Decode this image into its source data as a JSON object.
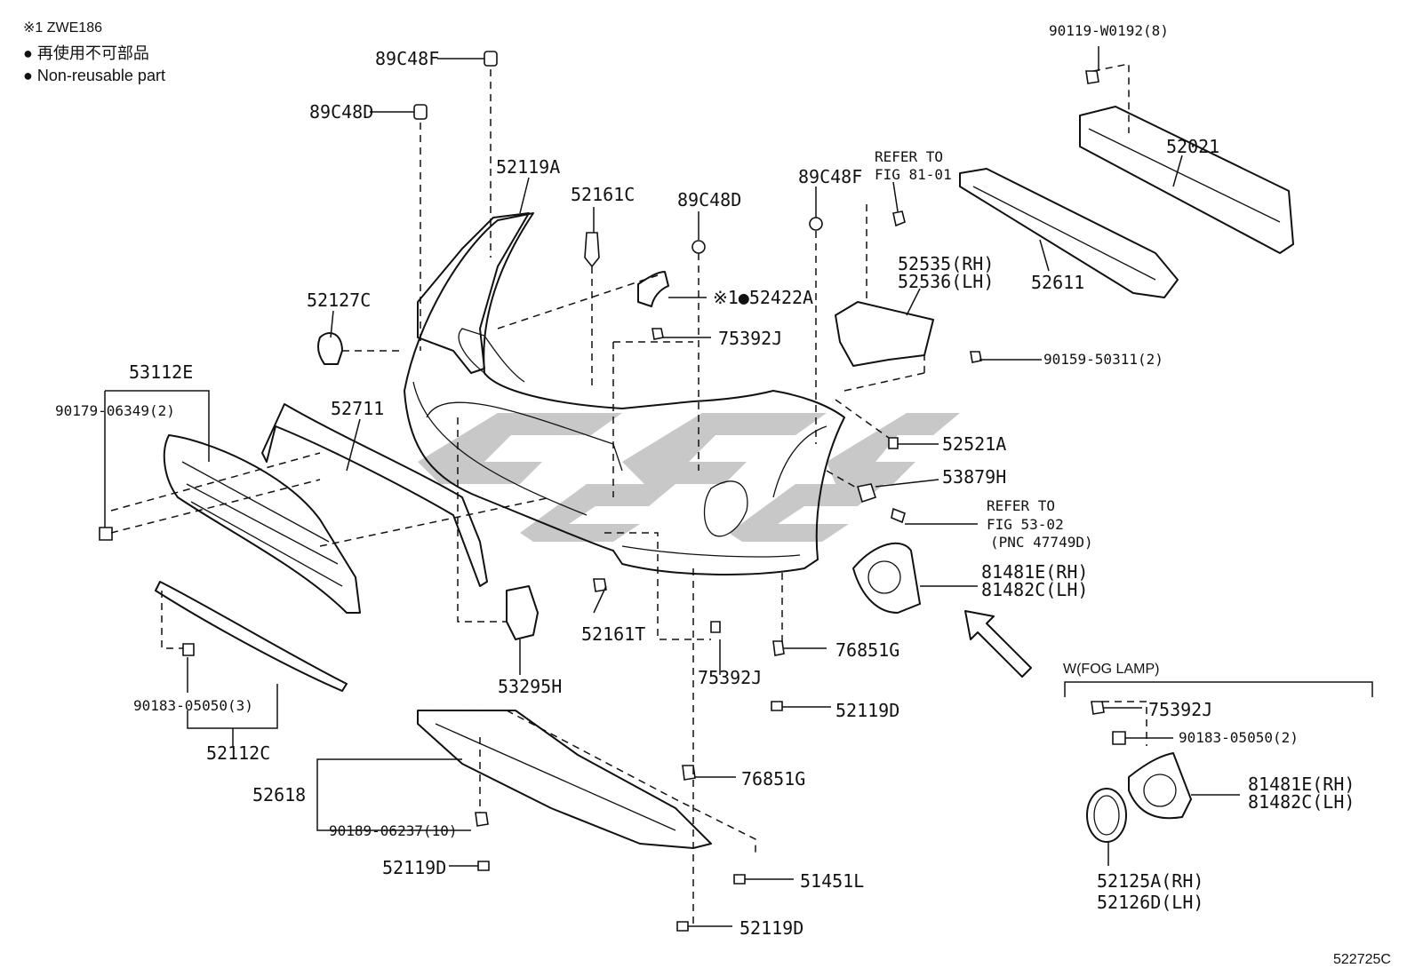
{
  "legend": {
    "note": "※1 ZWE186",
    "bullet_cn": "● 再使用不可部品",
    "bullet_en": "● Non-reusable part"
  },
  "figure_code": "522725C",
  "group_header": "W(FOG LAMP)",
  "labels": {
    "l_89C48F_top": "89C48F",
    "l_89C48D_left": "89C48D",
    "l_52119A": "52119A",
    "l_52161C": "52161C",
    "l_89C48D_mid": "89C48D",
    "l_89C48F_right": "89C48F",
    "l_refer_81_1": "REFER TO",
    "l_refer_81_2": "FIG 81-01",
    "l_90119": "90119-W0192(8)",
    "l_52021": "52021",
    "l_52611": "52611",
    "l_52535": "52535(RH)",
    "l_52536": "52536(LH)",
    "l_90159": "90159-50311(2)",
    "l_52422A": "※1●52422A",
    "l_75392J_top": "75392J",
    "l_52127C": "52127C",
    "l_53112E": "53112E",
    "l_90179": "90179-06349(2)",
    "l_52711": "52711",
    "l_52521A": "52521A",
    "l_53879H": "53879H",
    "l_refer_53_1": "REFER TO",
    "l_refer_53_2": "FIG 53-02",
    "l_refer_53_3": "(PNC 47749D)",
    "l_81481E": "81481E(RH)",
    "l_81482C": "81482C(LH)",
    "l_52161T": "52161T",
    "l_53295H": "53295H",
    "l_75392J_mid": "75392J",
    "l_76851G_a": "76851G",
    "l_52119D_a": "52119D",
    "l_90183_left": "90183-05050(3)",
    "l_52112C": "52112C",
    "l_52618": "52618",
    "l_90189": "90189-06237(10)",
    "l_76851G_b": "76851G",
    "l_52119D_b": "52119D",
    "l_51451L": "51451L",
    "l_52119D_c": "52119D",
    "l_75392J_fog": "75392J",
    "l_90183_fog": "90183-05050(2)",
    "l_81481E_fog": "81481E(RH)",
    "l_81482C_fog": "81482C(LH)",
    "l_52125A": "52125A(RH)",
    "l_52126D": "52126D(LH)"
  }
}
